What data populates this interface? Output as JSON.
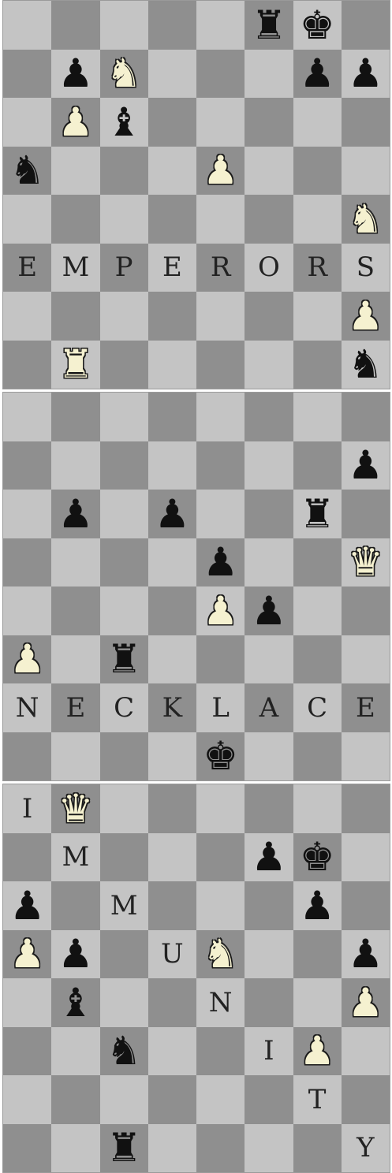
{
  "boards": [
    {
      "word": "EMPERORS",
      "rows": [
        [
          "",
          "",
          "",
          "",
          "",
          "bR",
          "bK",
          ""
        ],
        [
          "",
          "bP",
          "wN",
          "",
          "",
          "",
          "bP",
          "bP"
        ],
        [
          "",
          "wP",
          "bB",
          "",
          "",
          "",
          "",
          ""
        ],
        [
          "bN",
          "",
          "",
          "",
          "wP",
          "",
          "",
          ""
        ],
        [
          "",
          "",
          "",
          "",
          "",
          "",
          "",
          "wN"
        ],
        [
          "E",
          "M",
          "P",
          "E",
          "R",
          "O",
          "R",
          "S"
        ],
        [
          "",
          "",
          "",
          "",
          "",
          "",
          "",
          "wP"
        ],
        [
          "",
          "wR",
          "",
          "",
          "",
          "",
          "",
          "bN"
        ]
      ]
    },
    {
      "word": "NECKLACE",
      "rows": [
        [
          "",
          "",
          "",
          "",
          "",
          "",
          "",
          ""
        ],
        [
          "",
          "",
          "",
          "",
          "",
          "",
          "",
          "bP"
        ],
        [
          "",
          "bP",
          "",
          "bP",
          "",
          "",
          "bR",
          ""
        ],
        [
          "",
          "",
          "",
          "",
          "bP",
          "",
          "",
          "wQ"
        ],
        [
          "",
          "",
          "",
          "",
          "wP",
          "bP",
          "",
          ""
        ],
        [
          "wP",
          "",
          "bR",
          "",
          "",
          "",
          "",
          ""
        ],
        [
          "N",
          "E",
          "C",
          "K",
          "L",
          "A",
          "C",
          "E"
        ],
        [
          "",
          "",
          "",
          "",
          "bK",
          "",
          "",
          ""
        ]
      ]
    },
    {
      "word": "IMMUNITY",
      "rows": [
        [
          "I",
          "wQ",
          "",
          "",
          "",
          "",
          "",
          ""
        ],
        [
          "",
          "M",
          "",
          "",
          "",
          "bP",
          "bK",
          ""
        ],
        [
          "bP",
          "",
          "M",
          "",
          "",
          "",
          "bP",
          ""
        ],
        [
          "wP",
          "bP",
          "",
          "U",
          "wN",
          "",
          "",
          "bP"
        ],
        [
          "",
          "bB",
          "",
          "",
          "N",
          "",
          "",
          "wP"
        ],
        [
          "",
          "",
          "bN",
          "",
          "",
          "I",
          "wP",
          ""
        ],
        [
          "",
          "",
          "",
          "",
          "",
          "",
          "T",
          ""
        ],
        [
          "",
          "",
          "bR",
          "",
          "",
          "",
          "",
          "Y"
        ]
      ]
    }
  ],
  "piece_glyphs": {
    "K": "♚",
    "Q": "♛",
    "R": "♜",
    "B": "♝",
    "N": "♞",
    "P": "♟"
  },
  "piece_names": {
    "K": "king",
    "Q": "queen",
    "R": "rook",
    "B": "bishop",
    "N": "knight",
    "P": "pawn"
  },
  "colors": {
    "light_square": "#c4c4c4",
    "dark_square": "#8f8f8f",
    "white_piece": "#f5f1d0",
    "black_piece": "#111111"
  }
}
